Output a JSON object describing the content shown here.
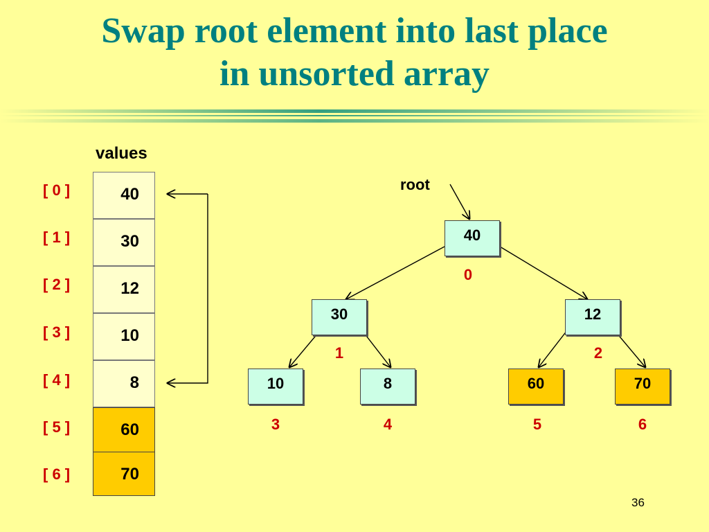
{
  "slide": {
    "title_line1": "Swap root element into last place",
    "title_line2": "in unsorted array",
    "page_number": "36"
  },
  "array": {
    "label": "values",
    "indices": [
      "[ 0 ]",
      "[ 1 ]",
      "[ 2 ]",
      "[ 3 ]",
      "[ 4 ]",
      "[ 5 ]",
      "[ 6 ]"
    ],
    "values": [
      "40",
      "30",
      "12",
      "10",
      "8",
      "60",
      "70"
    ]
  },
  "tree": {
    "root_label": "root",
    "nodes": [
      {
        "value": "40",
        "index": "0"
      },
      {
        "value": "30",
        "index": "1"
      },
      {
        "value": "12",
        "index": "2"
      },
      {
        "value": "10",
        "index": "3"
      },
      {
        "value": "8",
        "index": "4"
      },
      {
        "value": "60",
        "index": "5"
      },
      {
        "value": "70",
        "index": "6"
      }
    ]
  },
  "colors": {
    "background": "#ffff99",
    "title": "#008080",
    "index_text": "#cc0000",
    "node_fill": "#ccffe6",
    "sorted_fill": "#ffcc00",
    "cell_fill": "#ffffcc"
  }
}
